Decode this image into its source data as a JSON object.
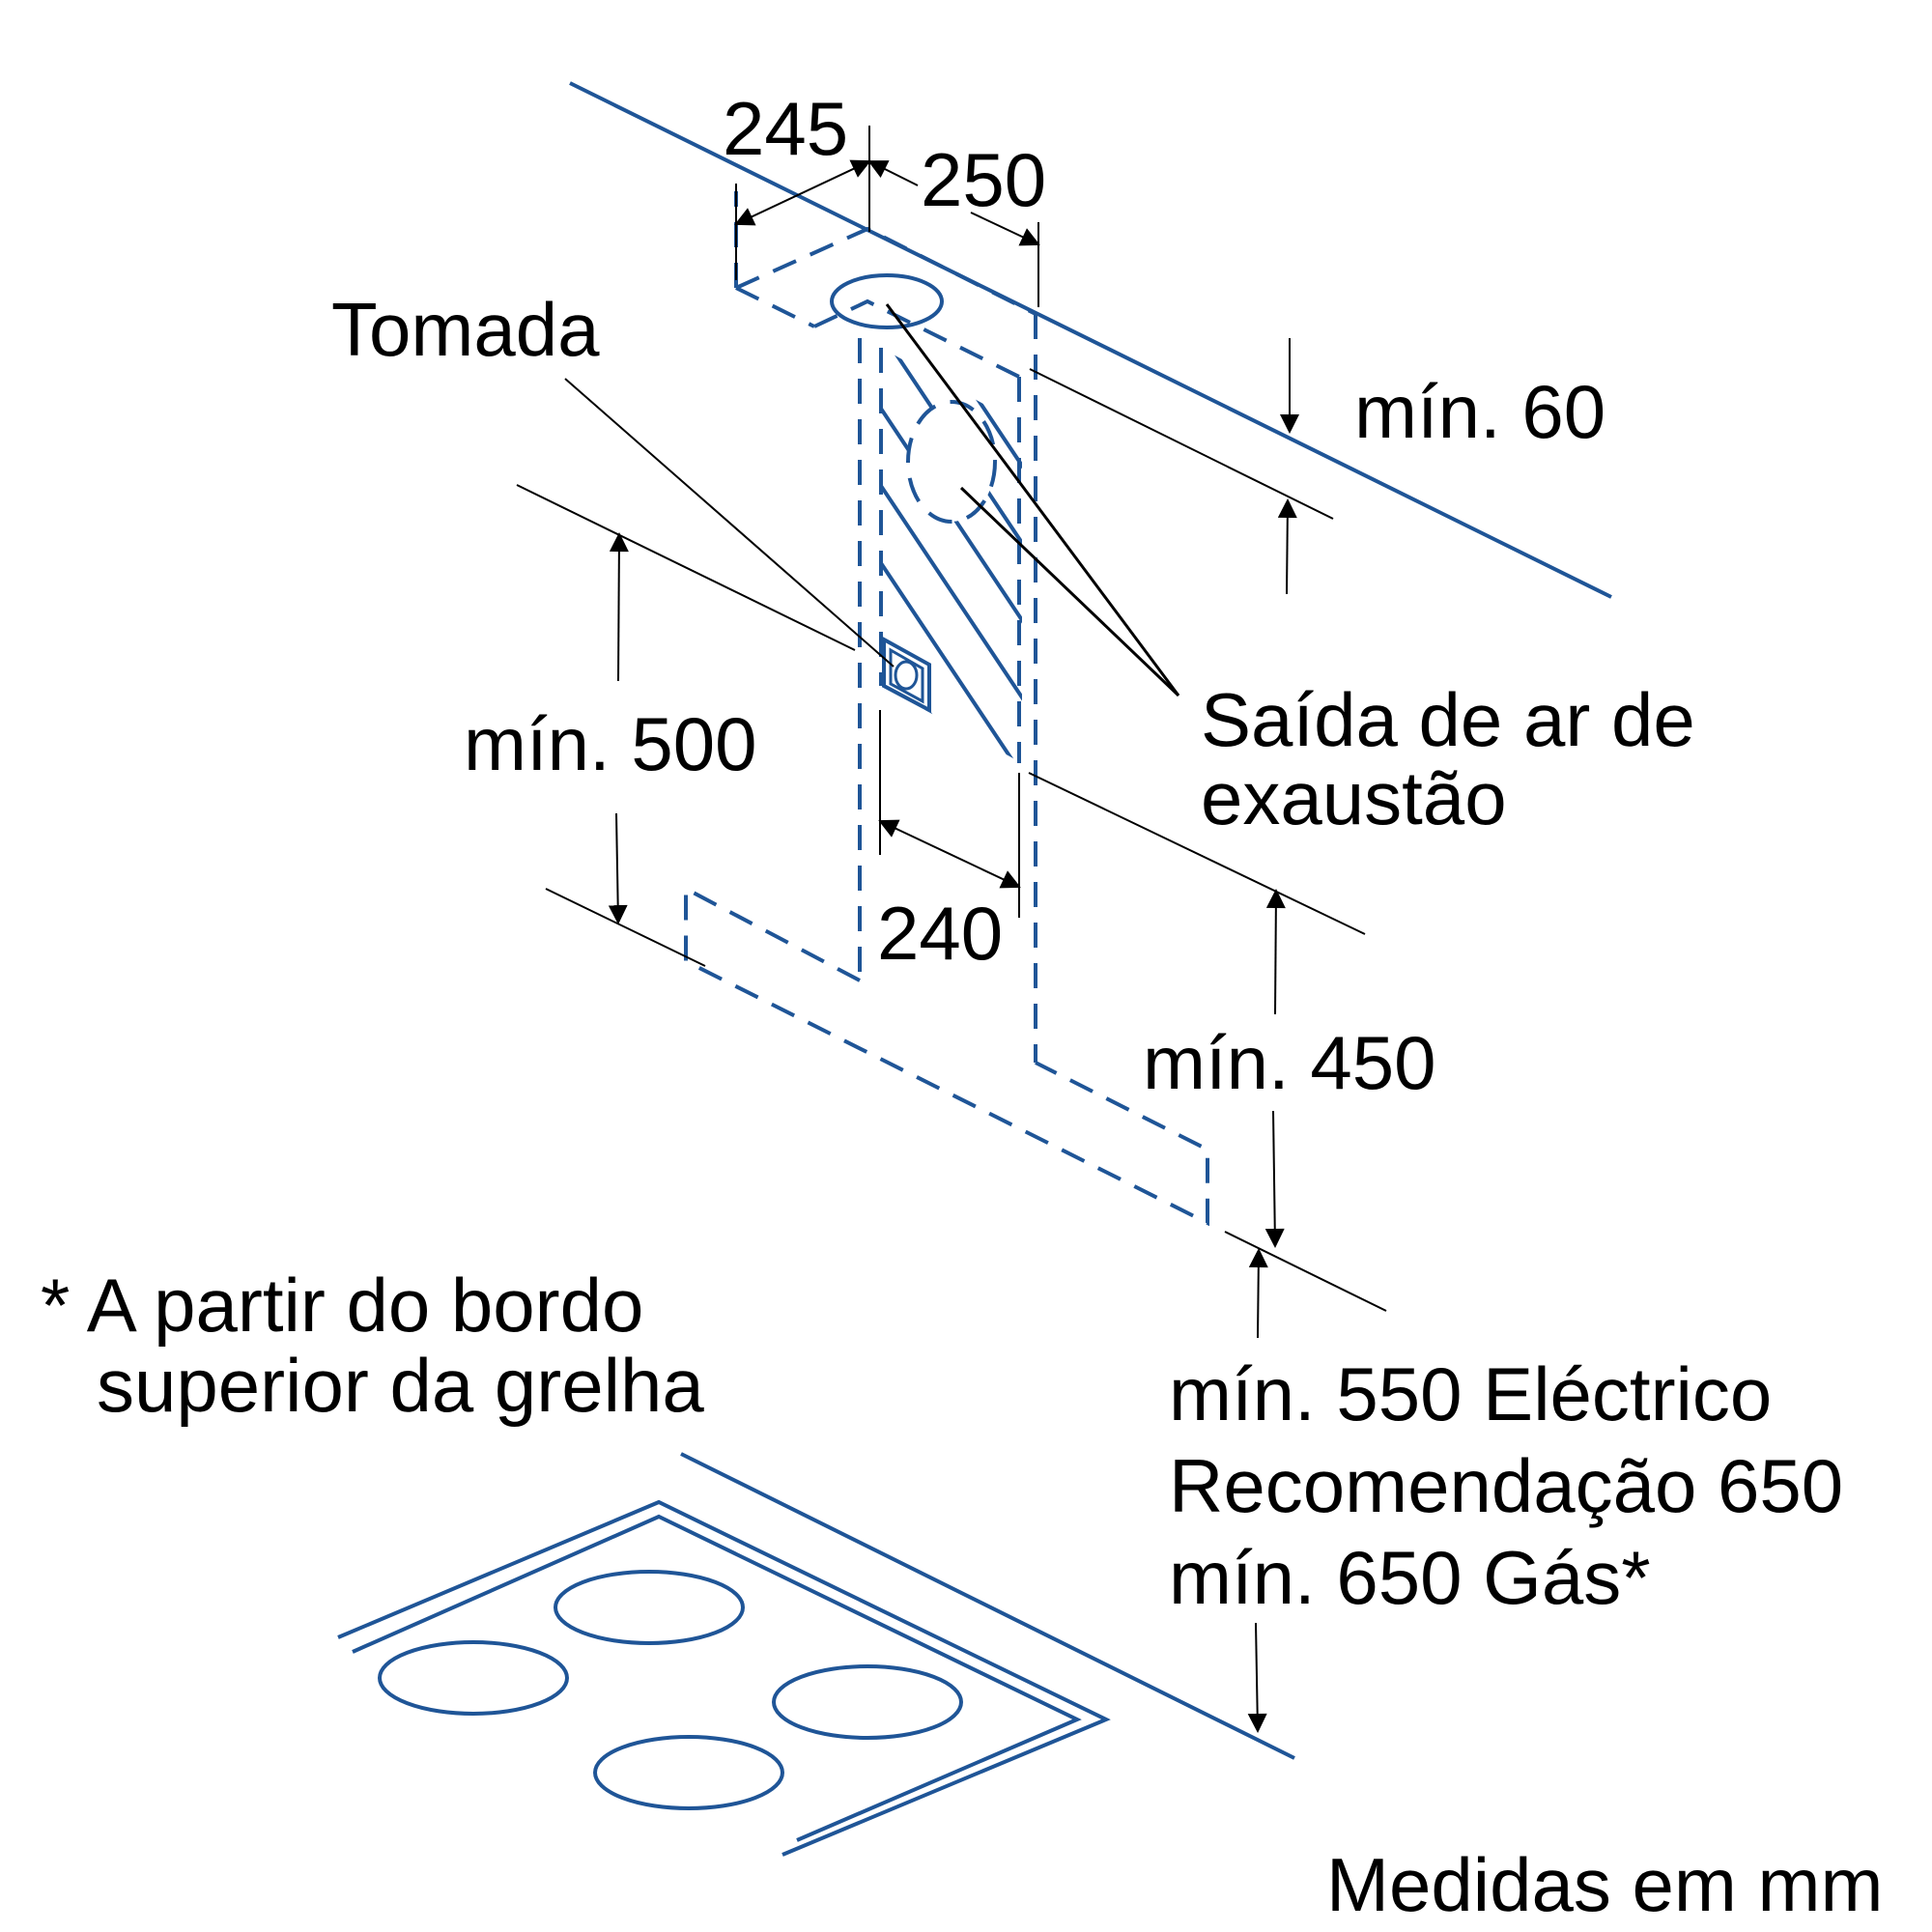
{
  "labels": {
    "dim_245": "245",
    "dim_250": "250",
    "socket": "Tomada",
    "min_60": "mín. 60",
    "air_outlet_line1": "Saída de ar de",
    "air_outlet_line2": "exaustão",
    "min_500": "mín. 500",
    "dim_240": "240",
    "min_450": "mín. 450",
    "footnote_line1": "* A partir do bordo",
    "footnote_line2": "superior da grelha",
    "height_line1": "mín. 550 Eléctrico",
    "height_line2": "Recomendação 650",
    "height_line3": "mín. 650 Gás*",
    "units": "Medidas em mm"
  },
  "colors": {
    "outline": "#1f5597",
    "text": "#000000",
    "background": "#ffffff"
  }
}
